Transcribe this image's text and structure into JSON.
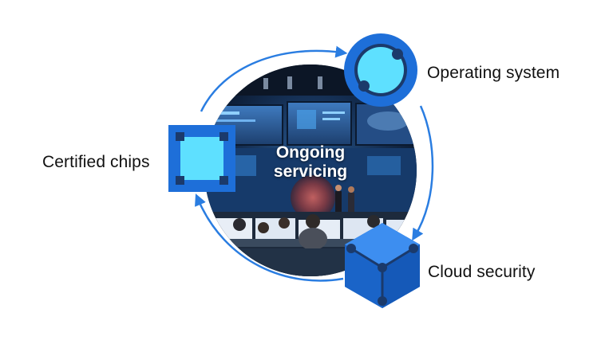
{
  "center": {
    "line1": "Ongoing",
    "line2": "servicing"
  },
  "nodes": {
    "operating_system": {
      "label": "Operating system",
      "icon": "os-ring-icon"
    },
    "certified_chips": {
      "label": "Certified chips",
      "icon": "chip-icon"
    },
    "cloud_security": {
      "label": "Cloud security",
      "icon": "cube-icon"
    }
  },
  "colors": {
    "primary_blue": "#1e6fd9",
    "light_cyan": "#5ee0ff",
    "dark_navy": "#1b3a6b",
    "arrow_blue": "#2a7de1"
  }
}
